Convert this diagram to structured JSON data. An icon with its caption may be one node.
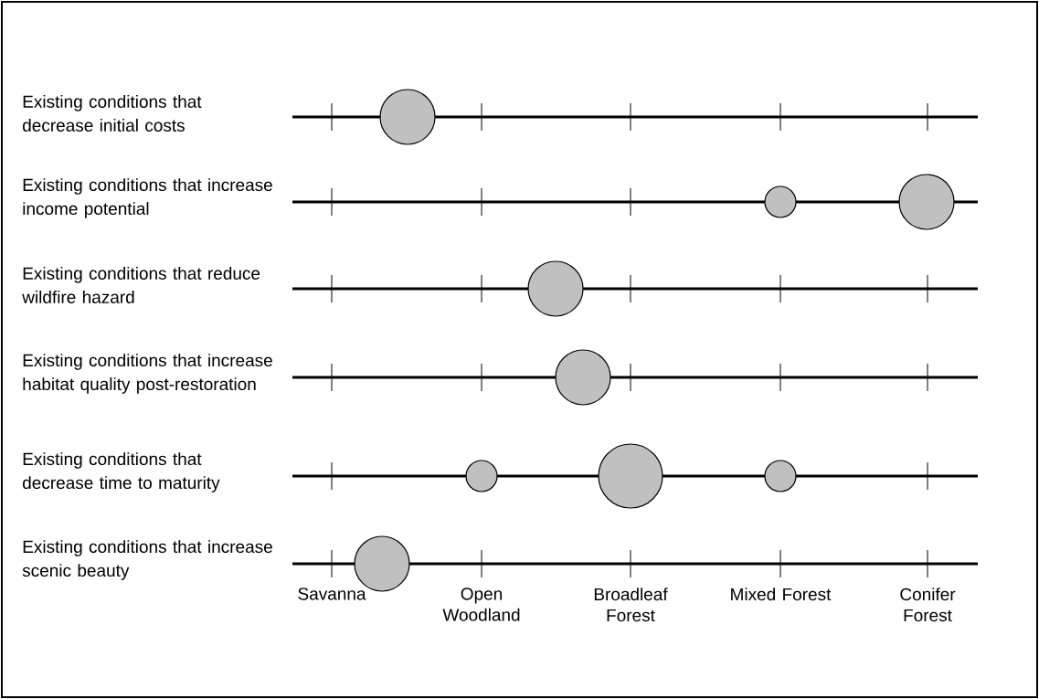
{
  "diagram": {
    "labels": [
      "Existing conditions that decrease initial costs",
      "Existing conditions that increase income potential",
      "Existing conditions that reduce wildfire hazard",
      "Existing conditions that increase habitat quality post-restoration",
      "Existing conditions that decrease time to maturity",
      "Existing conditions that increase scenic beauty",
      "Savanna",
      "Open Woodland",
      "Broadleaf Forest",
      "Mixed Forest",
      "Conifer Forest"
    ]
  }
}
